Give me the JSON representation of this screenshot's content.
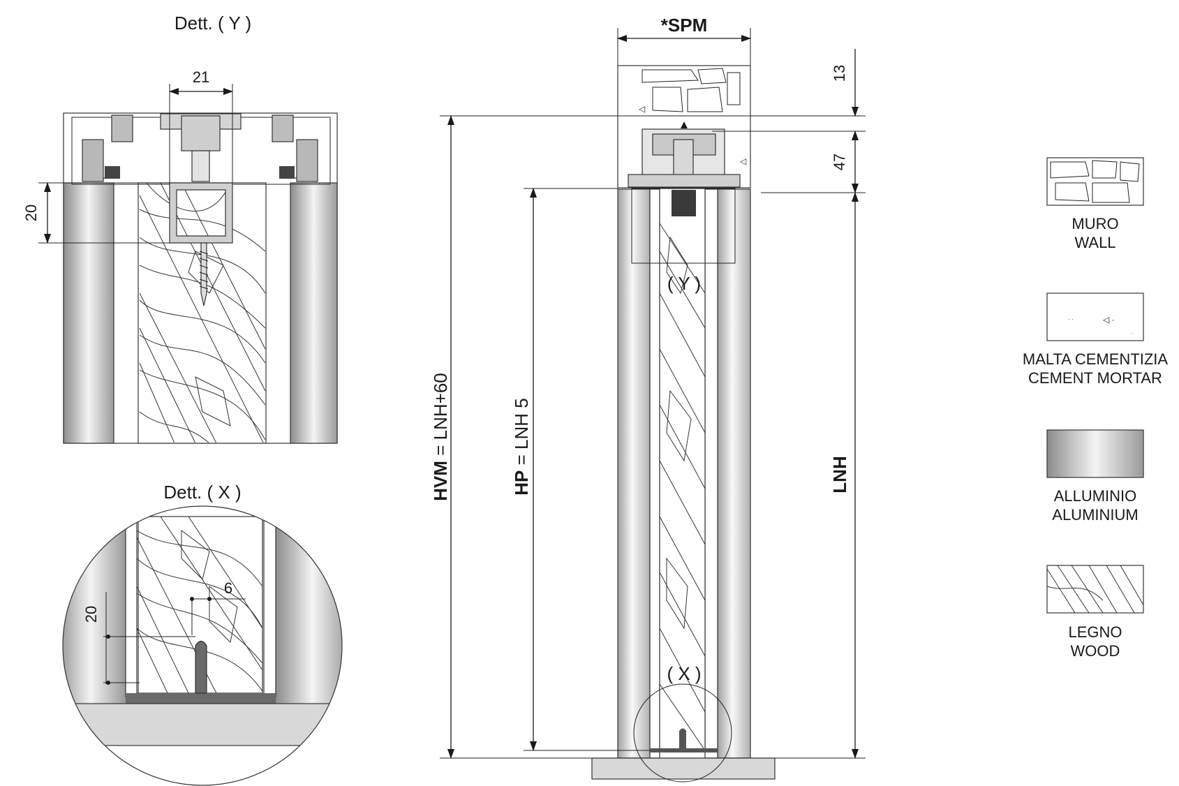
{
  "detail_y": {
    "title": "Dett. ( Y )",
    "dim_width": "21",
    "dim_height": "20"
  },
  "detail_x": {
    "title": "Dett. ( X )",
    "dim_groove": "6",
    "dim_height": "20"
  },
  "section": {
    "spm_label": "*SPM",
    "dim_top": "13",
    "dim_track": "47",
    "hvm_bold": "HVM",
    "hvm_rest": " = LNH+60",
    "hp_bold": "HP",
    "hp_rest": " = LNH 5",
    "lnh_label": "LNH",
    "callout_y": "( Y )",
    "callout_x": "( X )"
  },
  "legend": {
    "items": [
      {
        "key": "wall",
        "line1": "MURO",
        "line2": "WALL"
      },
      {
        "key": "mortar",
        "line1": "MALTA CEMENTIZIA",
        "line2": "CEMENT MORTAR"
      },
      {
        "key": "aluminium",
        "line1": "ALLUMINIO",
        "line2": "ALUMINIUM"
      },
      {
        "key": "wood",
        "line1": "LEGNO",
        "line2": "WOOD"
      }
    ]
  },
  "colors": {
    "line": "#1a1a1a",
    "alu_light": "#f4f4f4",
    "alu_dark": "#8c8c8c",
    "floor": "#d8d8d8",
    "track_dark": "#555555",
    "block": "#3a3a3a"
  }
}
